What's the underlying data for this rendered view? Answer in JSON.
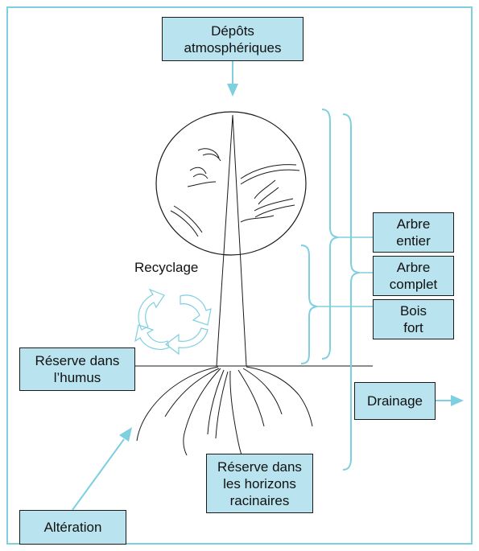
{
  "colors": {
    "accent": "#7ecfe0",
    "box_fill": "#b9e4ef",
    "ink": "#1a1a1a"
  },
  "labels": {
    "depots": [
      "Dépôts",
      "atmosphériques"
    ],
    "recyclage": "Recyclage",
    "arbre_entier": [
      "Arbre",
      "entier"
    ],
    "arbre_complet": [
      "Arbre",
      "complet"
    ],
    "bois_fort": [
      "Bois",
      "fort"
    ],
    "reserve_humus": [
      "Réserve dans",
      "l’humus"
    ],
    "drainage": "Drainage",
    "reserve_horizons": [
      "Réserve dans",
      "les horizons",
      "racinaires"
    ],
    "alteration": "Altération"
  },
  "icons": {
    "recycle": "recycle-arrows-icon",
    "flow_arrow": "arrow-icon"
  }
}
